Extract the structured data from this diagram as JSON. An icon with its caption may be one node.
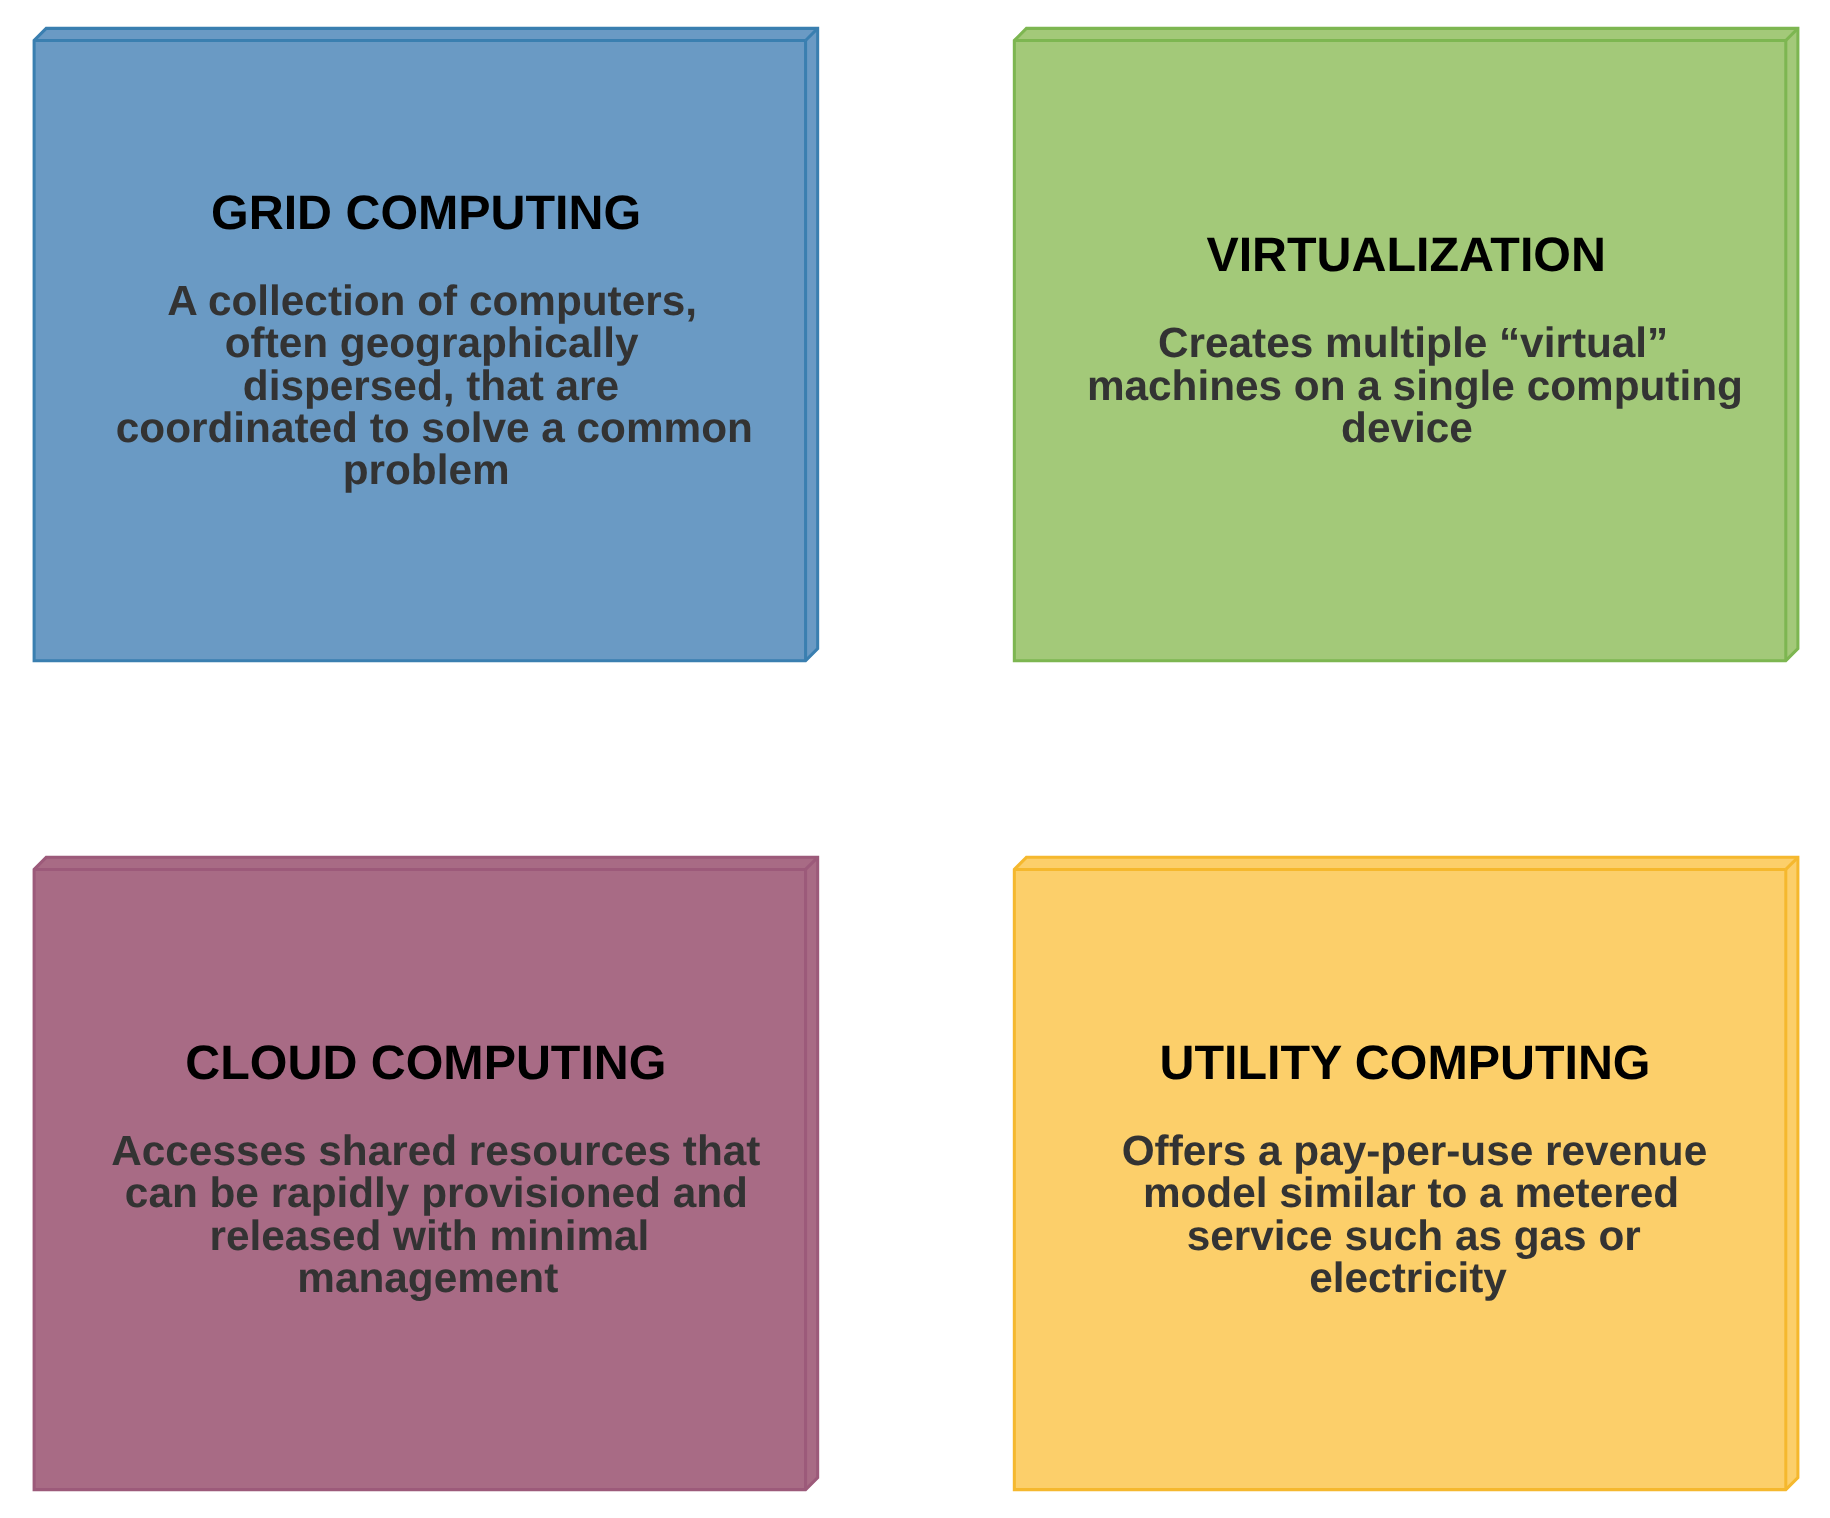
{
  "diagram": {
    "nodes": [
      {
        "text": [
          "GRID COMPUTING",
          "A collection of computers, often geographically dispersed, that are coordinated to solve a common problem"
        ]
      },
      {
        "text": [
          "VIRTUALIZATION",
          "Creates multiple “virtual” machines on a single computing device"
        ]
      },
      {
        "text": [
          "CLOUD COMPUTING",
          "Accesses shared resources that can be rapidly provisioned and released with minimal management"
        ]
      },
      {
        "text": [
          "UTILITY COMPUTING",
          "Offers a pay-per-use revenue model similar to a metered service such as gas or electricity"
        ]
      }
    ]
  }
}
